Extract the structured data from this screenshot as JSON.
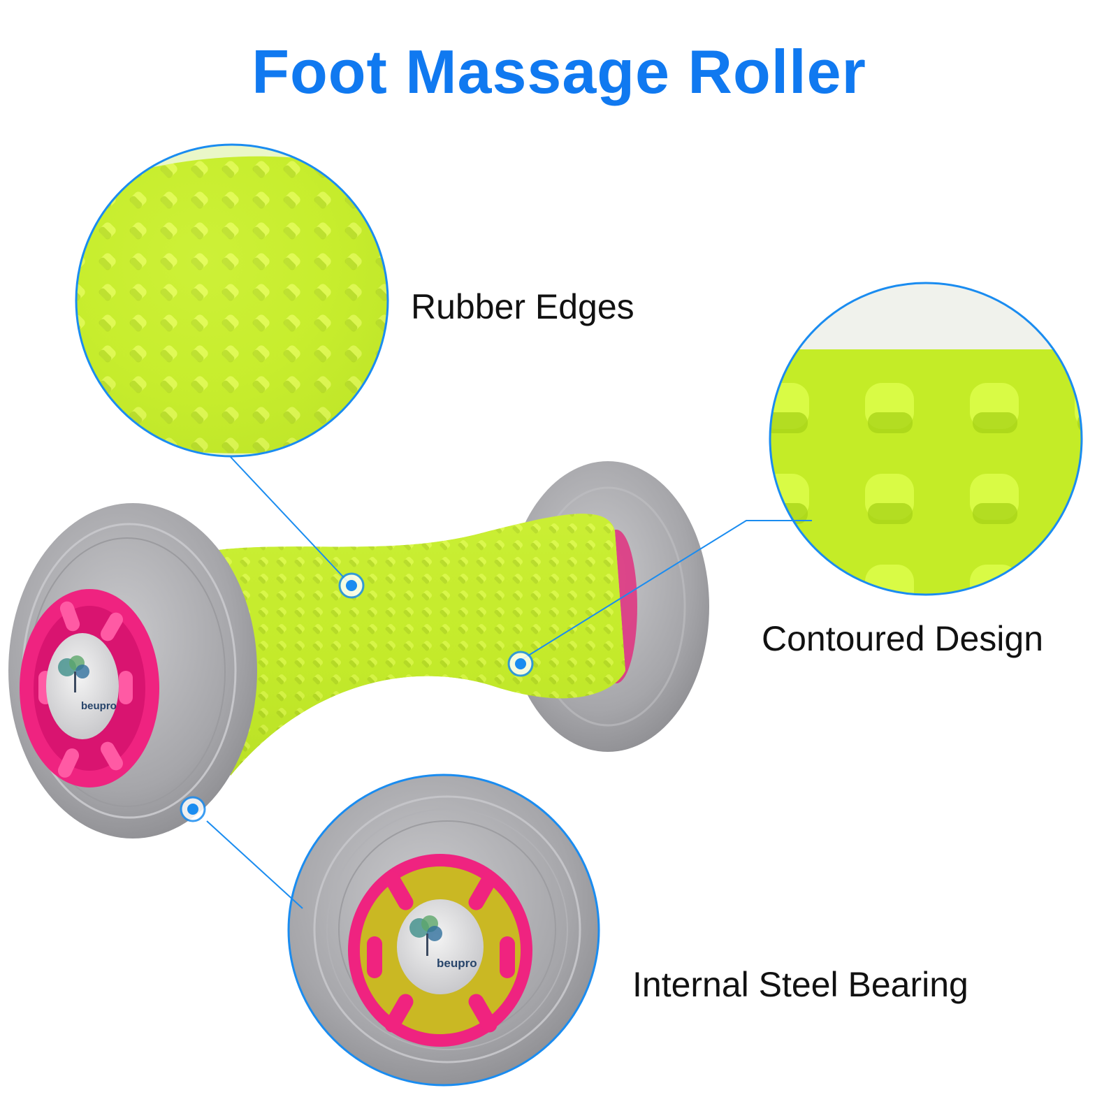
{
  "title": "Foot Massage Roller",
  "features": {
    "rubber_edges": "Rubber Edges",
    "contoured_design": "Contoured Design",
    "internal_bearing": "Internal Steel Bearing"
  },
  "brand": {
    "logo_text": "beupro"
  },
  "colors": {
    "title": "#1079f0",
    "accent_blue": "#1a8cf0",
    "roller_green": "#c6ef2c",
    "wheel_gray": "#a9a9ad",
    "hub_pink": "#f0237f"
  }
}
